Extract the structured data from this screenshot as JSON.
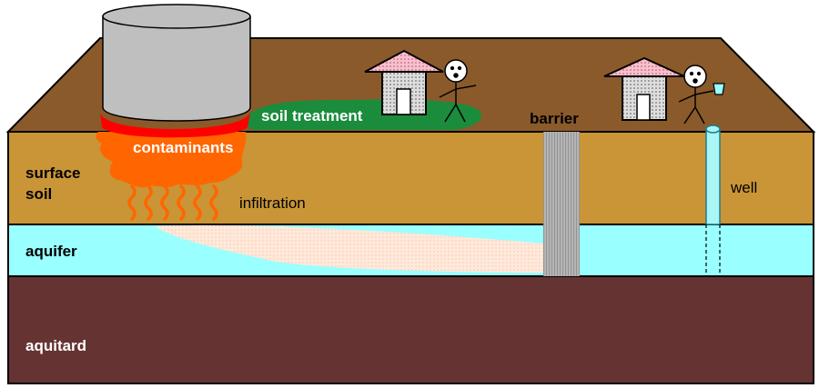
{
  "labels": {
    "contaminants": "contaminants",
    "soil_treatment": "soil treatment",
    "barrier": "barrier",
    "surface_soil_line1": "surface",
    "surface_soil_line2": "soil",
    "infiltration": "infiltration",
    "aquifer": "aquifer",
    "aquitard": "aquitard",
    "well": "well"
  },
  "colors": {
    "ground_surface": "#8b5a2b",
    "surface_soil": "#c99537",
    "aquifer": "#99ffff",
    "aquitard": "#663333",
    "tank": "#bfbfbf",
    "leak": "#ff0000",
    "plume_source": "#ff6600",
    "plume_groundwater": "#ffe6d5",
    "soil_treatment": "#1a8c3c",
    "barrier": "#a6a6a6",
    "well": "#aaf5f5",
    "roof": "#f2b8c6"
  },
  "icons": [
    "storage-tank-icon",
    "house-icon",
    "person-icon",
    "drinking-glass-icon"
  ]
}
